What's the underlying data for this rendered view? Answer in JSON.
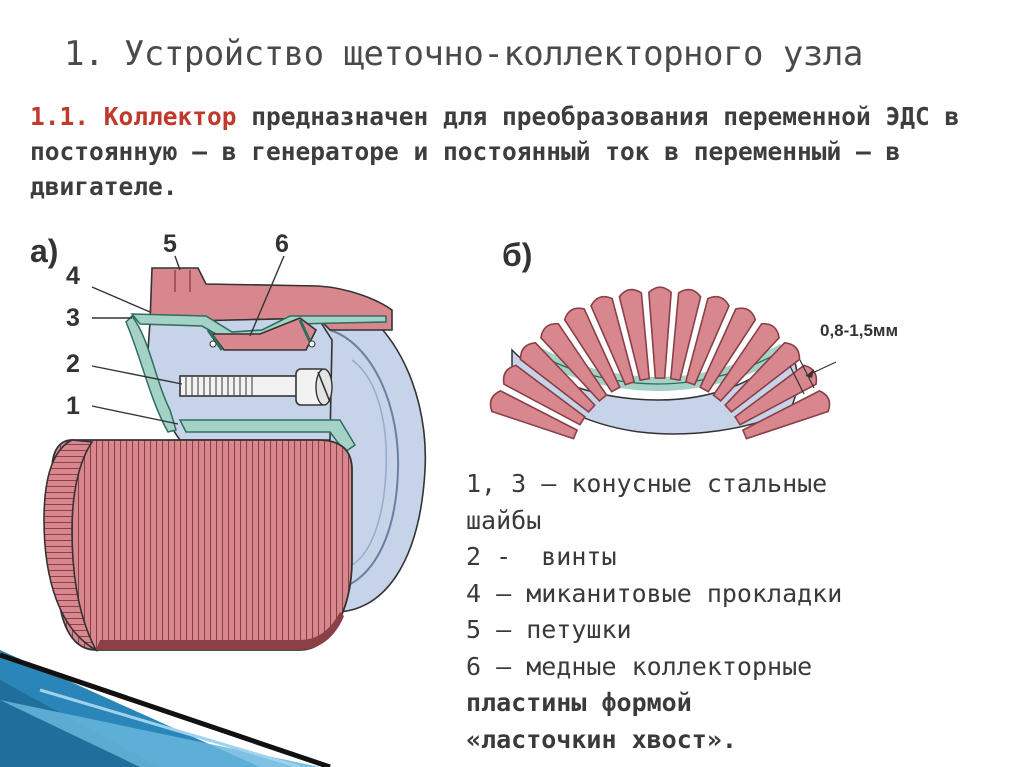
{
  "slide": {
    "title": "1. Устройство щеточно-коллекторного узла"
  },
  "intro": {
    "highlight": "1.1. Коллектор",
    "text": " предназначен для преобразования переменной ЭДС в постоянную – в генераторе и постоянный ток в переменный – в двигателе."
  },
  "figure_a": {
    "label": "а)",
    "callouts": [
      "5",
      "6",
      "4",
      "3",
      "2",
      "1"
    ]
  },
  "figure_b": {
    "label": "б)",
    "dimension": "0,8-1,5мм"
  },
  "legend": {
    "lines": [
      "1, 3 – конусные стальные",
      "шайбы",
      "2 -  винты",
      "4 – миканитовые прокладки",
      "5 – петушки",
      "6 – медные коллекторные",
      "пластины формой",
      "«ласточкин хвост»."
    ]
  },
  "colors": {
    "copper": "#d9878e",
    "copper_dark": "#8a4046",
    "insulation": "#a5d2c6",
    "steel": "#c6d3e8",
    "accent_red": "#c0392b",
    "corner_blue": "#2a86b8"
  }
}
